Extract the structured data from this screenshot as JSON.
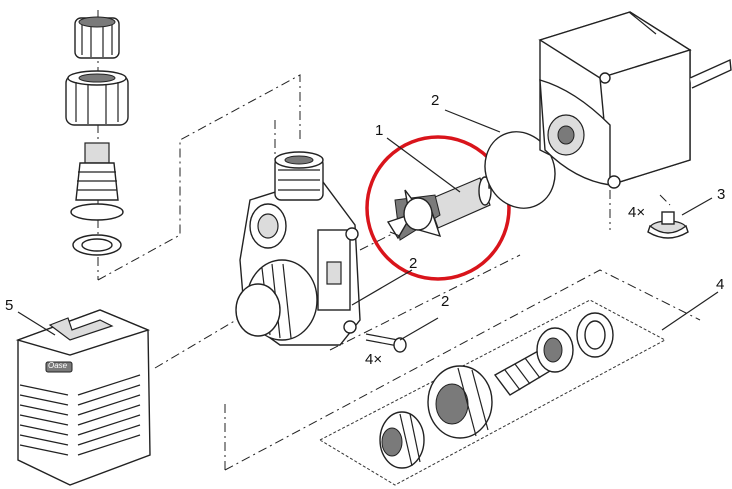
{
  "labels": {
    "part1": "1",
    "part2_oring": "2",
    "part2_housing": "2",
    "part2_screw": "2",
    "part3": "3",
    "part4": "4",
    "part5": "5",
    "qty_screws": "4×",
    "qty_feet": "4×"
  },
  "brand_plate": "Oase",
  "highlight_color": "#d9141b"
}
